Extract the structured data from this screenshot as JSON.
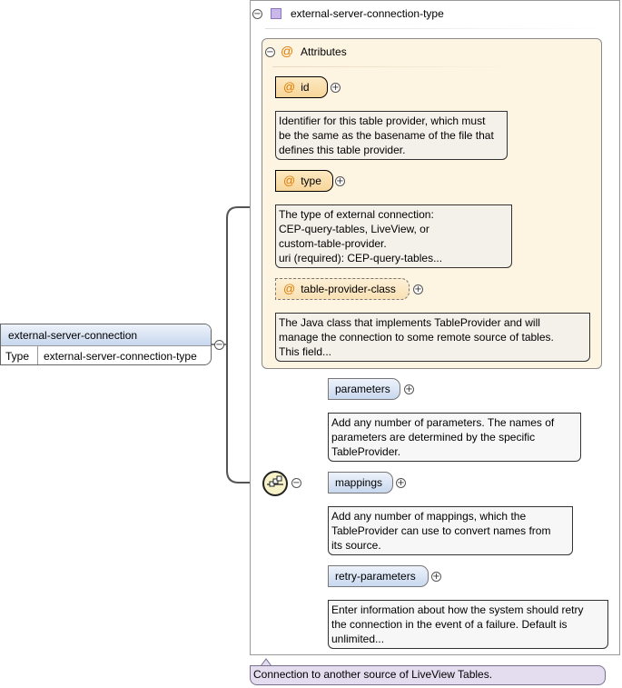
{
  "root_element": {
    "name": "external-server-connection",
    "type_label": "Type",
    "type_value": "external-server-connection-type",
    "documentation": "Connection to another source of LiveView Tables."
  },
  "complex_type": {
    "name": "external-server-connection-type"
  },
  "attributes_group": {
    "title": "Attributes",
    "items": [
      {
        "name": "id",
        "required": true,
        "documentation": "Identifier for this table provider, which must\nbe the same as the basename of the file that\ndefines this table provider."
      },
      {
        "name": "type",
        "required": true,
        "documentation": "The type of external connection:\nCEP-query-tables, LiveView, or\ncustom-table-provider.\nuri (required): CEP-query-tables..."
      },
      {
        "name": "table-provider-class",
        "required": false,
        "documentation": "The Java class that implements TableProvider and will\nmanage the connection to some remote source of tables.\nThis field..."
      }
    ]
  },
  "sequence": {
    "children": [
      {
        "name": "parameters",
        "documentation": "Add any number of parameters. The names of\nparameters are determined by the specific\nTableProvider."
      },
      {
        "name": "mappings",
        "documentation": "Add any number of mappings, which the\nTableProvider can use to convert names from\nits source."
      },
      {
        "name": "retry-parameters",
        "documentation": "Enter information about how the system should retry\nthe connection in the event of a failure. Default is\nunlimited..."
      }
    ]
  },
  "icons": {
    "collapse": "minus-circle-icon",
    "expand": "plus-circle-icon",
    "attribute": "at-sign-icon",
    "complex_type": "complex-type-icon",
    "sequence": "sequence-compositor-icon"
  },
  "colors": {
    "attribute_fill": "#fde9c2",
    "attribute_group_fill": "#fdf4e2",
    "element_fill": "#c8d8ef",
    "root_doc_fill": "#e4dcef",
    "attribute_symbol": "#e07a00",
    "complex_type_icon": "#c9b8e8"
  }
}
